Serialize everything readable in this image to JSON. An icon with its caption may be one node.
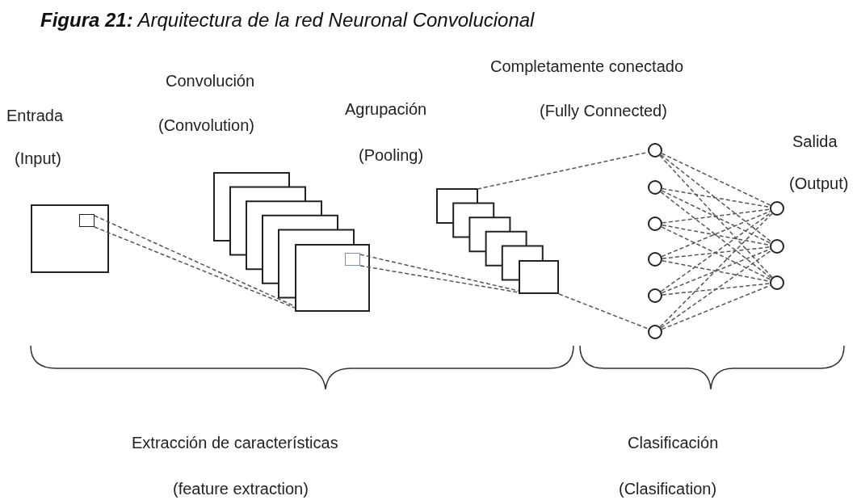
{
  "diagram": {
    "title": "**Figura 21:** Arquitectura de la red Neuronal Convolucional",
    "nodes": [
      {
        "text": [],
        "shape": "box"
      },
      {
        "text": [],
        "shape": "box",
        "in": 0
      },
      {
        "text": [],
        "shape": "box"
      },
      {
        "text": [],
        "shape": "box"
      },
      {
        "text": [],
        "shape": "box"
      },
      {
        "text": [],
        "shape": "box"
      },
      {
        "text": [],
        "shape": "box"
      },
      {
        "text": [],
        "shape": "box"
      },
      {
        "text": [],
        "shape": "box",
        "in": 7
      },
      {
        "text": [],
        "shape": "box"
      },
      {
        "text": [],
        "shape": "box"
      },
      {
        "text": [],
        "shape": "box"
      },
      {
        "text": [],
        "shape": "box"
      },
      {
        "text": [],
        "shape": "box"
      },
      {
        "text": [],
        "shape": "box"
      },
      {
        "text": [],
        "shape": "circle"
      },
      {
        "text": [],
        "shape": "circle"
      },
      {
        "text": [],
        "shape": "circle"
      },
      {
        "text": [],
        "shape": "circle"
      },
      {
        "text": [],
        "shape": "circle"
      },
      {
        "text": [],
        "shape": "circle"
      },
      {
        "text": [],
        "shape": "circle"
      },
      {
        "text": [],
        "shape": "circle"
      },
      {
        "text": [],
        "shape": "circle"
      }
    ],
    "edges": [
      {
        "from": 1,
        "to": 7,
        "arrow": "none",
        "style": "dashed"
      },
      {
        "from": 8,
        "to": 14,
        "arrow": "none",
        "style": "dashed"
      },
      {
        "from": 9,
        "to": 15,
        "arrow": "none",
        "style": "dashed"
      },
      {
        "from": 14,
        "to": 20,
        "arrow": "none",
        "style": "dashed"
      },
      {
        "from": 15,
        "to": 21,
        "arrow": "none",
        "style": "dashed"
      },
      {
        "from": 15,
        "to": 22,
        "arrow": "none",
        "style": "dashed"
      },
      {
        "from": 15,
        "to": 23,
        "arrow": "none",
        "style": "dashed"
      },
      {
        "from": 16,
        "to": 21,
        "arrow": "none",
        "style": "dashed"
      },
      {
        "from": 16,
        "to": 22,
        "arrow": "none",
        "style": "dashed"
      },
      {
        "from": 16,
        "to": 23,
        "arrow": "none",
        "style": "dashed"
      },
      {
        "from": 17,
        "to": 21,
        "arrow": "none",
        "style": "dashed"
      },
      {
        "from": 17,
        "to": 22,
        "arrow": "none",
        "style": "dashed"
      },
      {
        "from": 17,
        "to": 23,
        "arrow": "none",
        "style": "dashed"
      },
      {
        "from": 18,
        "to": 21,
        "arrow": "none",
        "style": "dashed"
      },
      {
        "from": 18,
        "to": 22,
        "arrow": "none",
        "style": "dashed"
      },
      {
        "from": 18,
        "to": 23,
        "arrow": "none",
        "style": "dashed"
      },
      {
        "from": 19,
        "to": 21,
        "arrow": "none",
        "style": "dashed"
      },
      {
        "from": 19,
        "to": 22,
        "arrow": "none",
        "style": "dashed"
      },
      {
        "from": 19,
        "to": 23,
        "arrow": "none",
        "style": "dashed"
      },
      {
        "from": 20,
        "to": 21,
        "arrow": "none",
        "style": "dashed"
      },
      {
        "from": 20,
        "to": 22,
        "arrow": "none",
        "style": "dashed"
      },
      {
        "from": 20,
        "to": 23,
        "arrow": "none",
        "style": "dashed"
      }
    ],
    "labels": [
      "Completamente conectado",
      "Convolución",
      "Agrupación",
      "(Fully Connected)",
      "Entrada",
      "(Convolution)",
      "Salida",
      "(Pooling)",
      "(Input)",
      "(Output)",
      "Extracción de características",
      "Clasificación",
      "(feature extraction)",
      "(Clasification)"
    ]
  }
}
